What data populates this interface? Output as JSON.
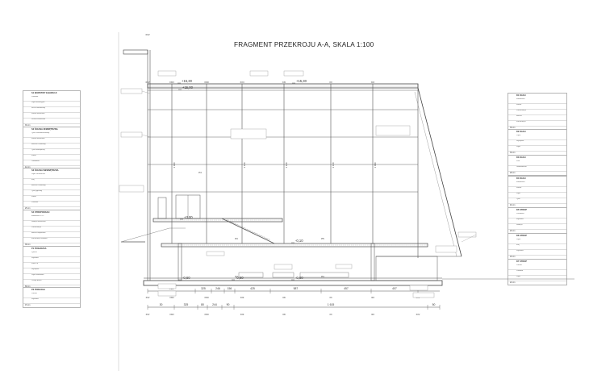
{
  "title": "FRAGMENT PRZEKROJU A-A, SKALA 1:100",
  "elevations": [
    "+15,30",
    "+15,00",
    "+15,30",
    "+3,00",
    "-0,10",
    "-0,60",
    "-0,60",
    "-0,60"
  ],
  "grid_labels_top": [
    "XXV",
    "XXIV",
    "XXIII",
    "XXII",
    "XXI",
    "XX",
    "XIX"
  ],
  "dims_top_row": [
    "415",
    "325",
    "246",
    "156",
    "425",
    "587",
    "457",
    "407"
  ],
  "dims_bottom_row": [
    "30",
    "325",
    "80",
    "244",
    "90",
    "1 615",
    "50"
  ],
  "room_codes": [
    "P4",
    "P3",
    "P5",
    "P2",
    "P4"
  ],
  "vertical_dims": [
    "1 020",
    "1 120",
    "1 120",
    "1 120",
    "1 090"
  ],
  "left_legend": [
    {
      "head": "S1 WARSTWY ELEWACJI",
      "rows": [
        "Powłoka",
        "Płyta elewacyjna",
        "Ruszt aluminiowy",
        "Wełna mineralna",
        "Ściana żelbetowa"
      ],
      "foot": "36 cm"
    },
    {
      "head": "S2 ŚCIANA ZEWNĘTRZNA",
      "rows": [
        "Tynk cienkowarstwowy",
        "Wełna mineralna",
        "Bloczek silikatowy",
        "Tynk wewnętrzny",
        "Farba",
        "Okładzina"
      ],
      "foot": "42 cm"
    },
    {
      "head": "S3 ŚCIANA WEWNĘTRZNA",
      "rows": [
        "Płytki ceramiczne",
        "Klej",
        "Bloczek silikatowy",
        "Tynk gipsowy",
        "Farba",
        "Powłoka"
      ],
      "foot": "25 cm"
    },
    {
      "head": "S4 STROPODACH",
      "rows": [
        "Membrana PVC",
        "Izolacja termiczna",
        "Paroizolacja",
        "Blacha trapezowa",
        "Konstrukcja stalowa"
      ],
      "foot": "38 cm"
    },
    {
      "head": "P1 POSADZKA",
      "rows": [
        "Żywica",
        "Wylewka",
        "Folia PE",
        "Styropian",
        "Płyta żelbetowa",
        "Chudy beton"
      ],
      "foot": "68 cm"
    },
    {
      "head": "P2 PODŁOGA",
      "rows": [
        "Parkiet",
        "Wylewka"
      ],
      "foot": "15 cm"
    }
  ],
  "right_legend": [
    {
      "head": "D1 DACH",
      "rows": [
        "Membrana",
        "Wełna",
        "Paroizolacja",
        "Blacha",
        "Konstrukcja"
      ],
      "foot": "36 cm"
    },
    {
      "head": "D2 DACH",
      "rows": [
        "Papa",
        "Styropian",
        "Płyta"
      ],
      "foot": "30 cm"
    },
    {
      "head": "D3 DACH",
      "rows": [
        "Żwir",
        "Geowłóknina"
      ],
      "foot": "28 cm"
    },
    {
      "head": "D4 DACH",
      "rows": [
        "Membrana",
        "Wełna",
        "Płyta",
        "Tynk"
      ],
      "foot": "40 cm"
    },
    {
      "head": "D5 STROP",
      "rows": [
        "Posadzka",
        "Wylewka",
        "Izolacja"
      ],
      "foot": "20 cm"
    },
    {
      "head": "D6 STROP",
      "rows": [
        "Płytki",
        "Klej",
        "Wylewka"
      ],
      "foot": "18 cm"
    },
    {
      "head": "D7 STROP",
      "rows": [
        "Panele",
        "Podkład",
        "Płyta"
      ],
      "foot": "22 cm"
    }
  ]
}
